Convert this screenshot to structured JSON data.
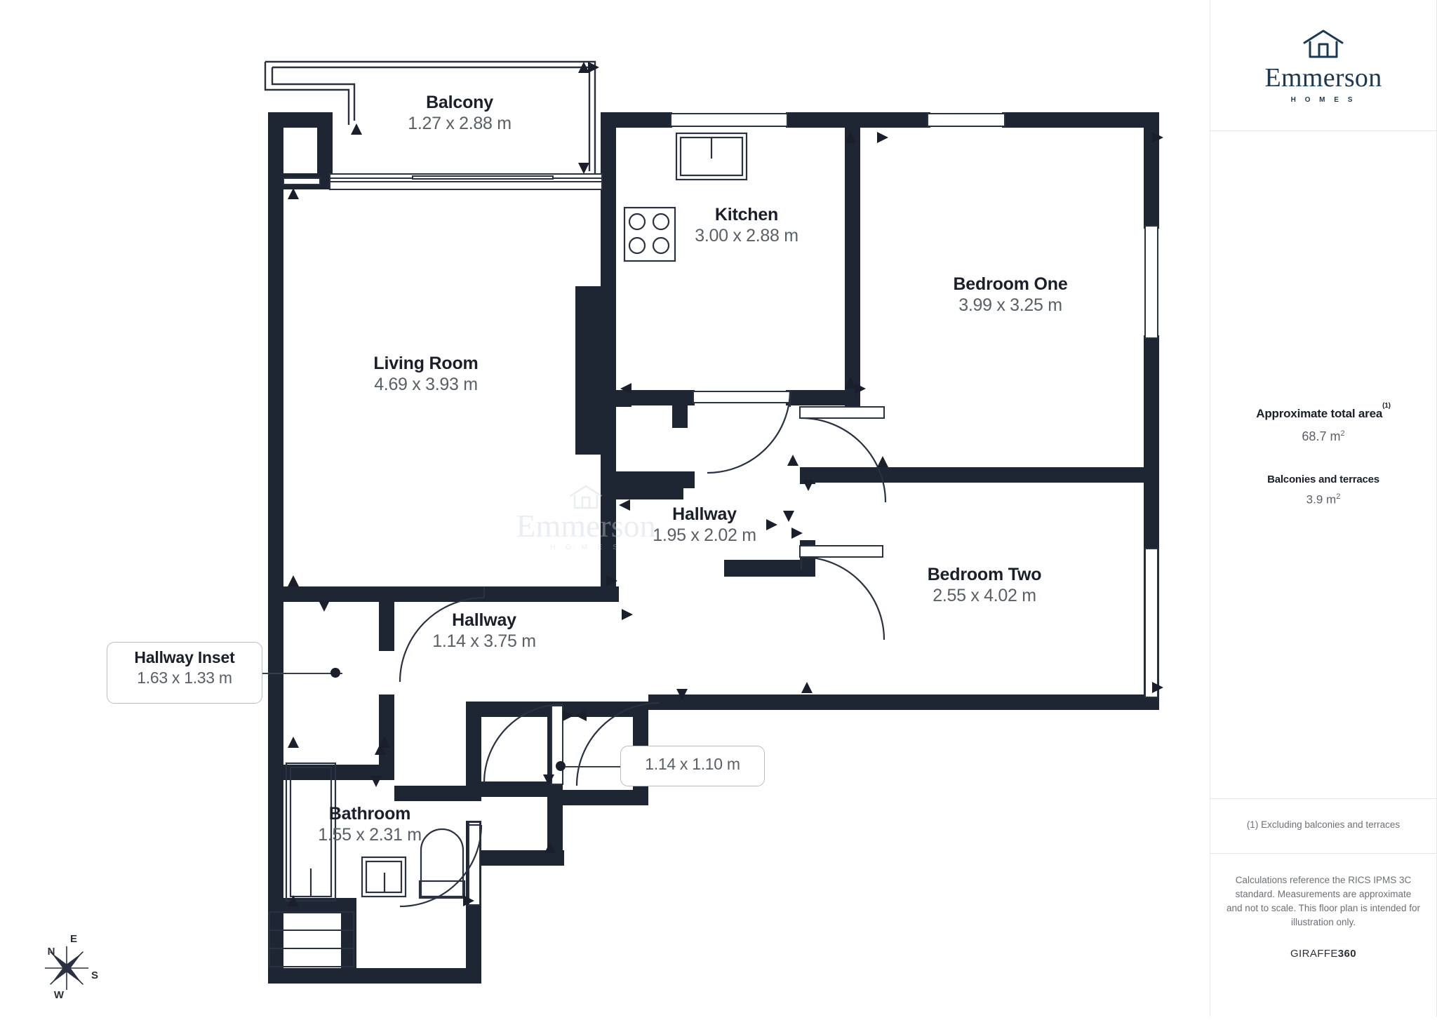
{
  "brand": {
    "logo_word": "Emmerson",
    "logo_sub": "H O M E S",
    "logo_icon": "house-outline-icon"
  },
  "watermark": {
    "word": "Emmerson",
    "sub": "H O M E S"
  },
  "sidebar": {
    "area_title": "Approximate total area",
    "area_footnote_marker": "(1)",
    "area_value": "68.7 m",
    "area_unit_sup": "2",
    "balcony_title": "Balconies and terraces",
    "balcony_value": "3.9 m",
    "balcony_unit_sup": "2",
    "note": "(1) Excluding balconies and terraces",
    "legal": "Calculations reference the RICS IPMS 3C standard. Measurements are approximate and not to scale. This floor plan is intended for illustration only.",
    "provider_prefix": "GIRAFFE",
    "provider_suffix": "360"
  },
  "compass": {
    "n": "N",
    "e": "E",
    "s": "S",
    "w": "W"
  },
  "rooms": [
    {
      "name": "Balcony",
      "dim": "1.27 x 2.88 m"
    },
    {
      "name": "Kitchen",
      "dim": "3.00 x 2.88 m"
    },
    {
      "name": "Bedroom One",
      "dim": "3.99 x 3.25 m"
    },
    {
      "name": "Living Room",
      "dim": "4.69 x 3.93 m"
    },
    {
      "name": "Hallway",
      "dim": "1.95 x 2.02 m"
    },
    {
      "name": "Bedroom Two",
      "dim": "2.55 x 4.02 m"
    },
    {
      "name": "Hallway",
      "dim": "1.14 x 3.75 m"
    },
    {
      "name": "Bathroom",
      "dim": "1.55 x 2.31 m"
    }
  ],
  "callouts": [
    {
      "name": "Hallway Inset",
      "dim": "1.63 x 1.33 m"
    },
    {
      "name": "",
      "dim": "1.14 x 1.10 m"
    }
  ],
  "colors": {
    "wall": "#1e2633",
    "text_dark": "#1a1f2b",
    "text_muted": "#5a6068",
    "brand": "#1b3953",
    "divider": "#e6e6e6"
  }
}
